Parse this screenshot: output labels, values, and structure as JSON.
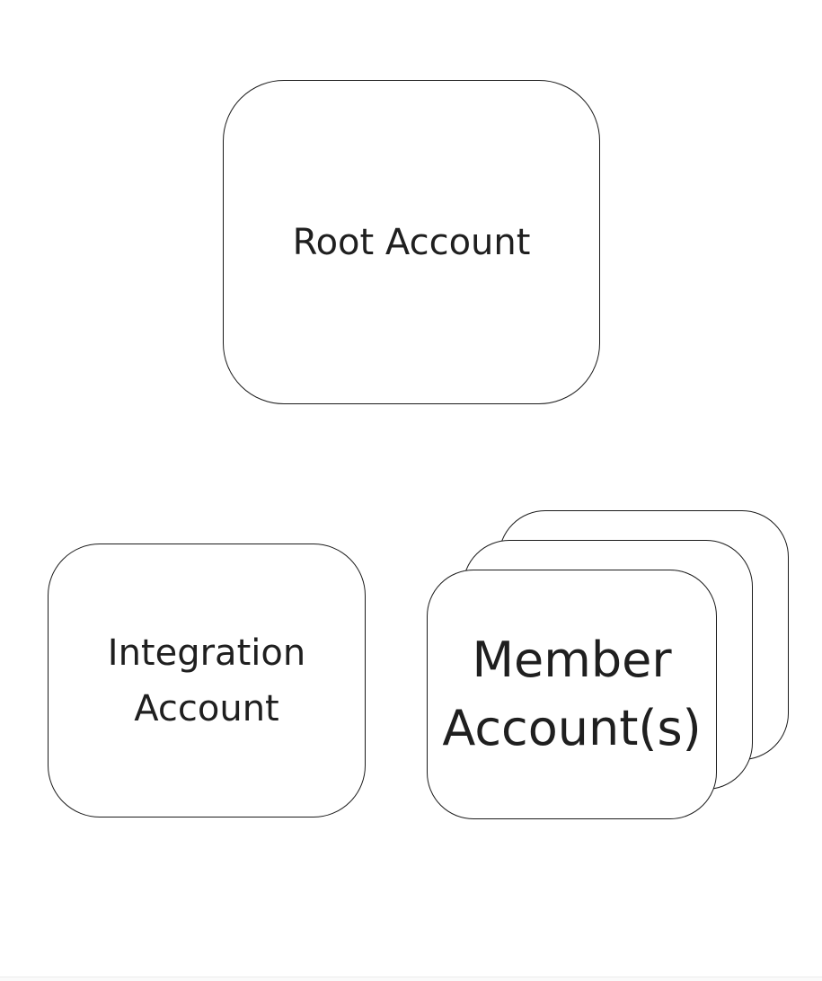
{
  "diagram": {
    "background_color": "#ffffff",
    "stroke_color": "#1b1b1b",
    "text_color": "#1f1f1f",
    "nodes": {
      "root": {
        "label": "Root Account"
      },
      "integration": {
        "lines": [
          "Integration",
          "Account"
        ]
      },
      "member": {
        "lines": [
          "Member",
          "Account(s)"
        ],
        "stack_count": 3
      }
    }
  },
  "footer": {
    "divider_color": "#ececec",
    "strip_color": "#fafafa"
  }
}
